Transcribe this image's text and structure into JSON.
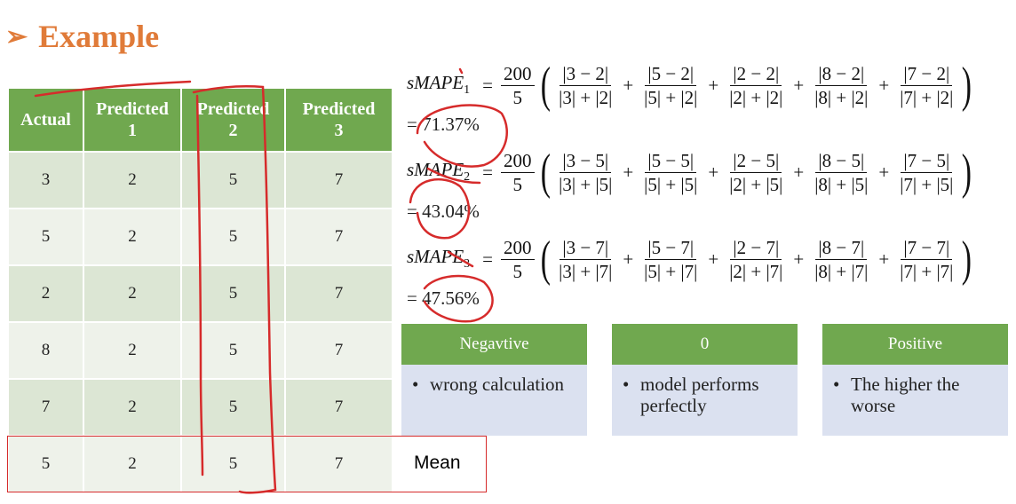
{
  "title": {
    "marker": "➢",
    "text": "Example"
  },
  "table": {
    "headers": [
      [
        "Actual"
      ],
      [
        "Predicted",
        "1"
      ],
      [
        "Predicted",
        "2"
      ],
      [
        "Predicted",
        "3"
      ]
    ],
    "rows": [
      [
        "3",
        "2",
        "5",
        "7"
      ],
      [
        "5",
        "2",
        "5",
        "7"
      ],
      [
        "2",
        "2",
        "5",
        "7"
      ],
      [
        "8",
        "2",
        "5",
        "7"
      ],
      [
        "7",
        "2",
        "5",
        "7"
      ],
      [
        "5",
        "2",
        "5",
        "7"
      ]
    ],
    "mean_label": "Mean"
  },
  "formulas": [
    {
      "lhs": "sMAPE",
      "sub": "1",
      "coef_num": "200",
      "coef_den": "5",
      "terms": [
        {
          "num": "|3 − 2|",
          "den": "|3| + |2|"
        },
        {
          "num": "|5 − 2|",
          "den": "|5| + |2|"
        },
        {
          "num": "|2 − 2|",
          "den": "|2| + |2|"
        },
        {
          "num": "|8 − 2|",
          "den": "|8| + |2|"
        },
        {
          "num": "|7 − 2|",
          "den": "|7| + |2|"
        }
      ],
      "result": "= 71.37%"
    },
    {
      "lhs": "sMAPE",
      "sub": "2",
      "coef_num": "200",
      "coef_den": "5",
      "terms": [
        {
          "num": "|3 − 5|",
          "den": "|3| + |5|"
        },
        {
          "num": "|5 − 5|",
          "den": "|5| + |5|"
        },
        {
          "num": "|2 − 5|",
          "den": "|2| + |5|"
        },
        {
          "num": "|8 − 5|",
          "den": "|8| + |5|"
        },
        {
          "num": "|7 − 5|",
          "den": "|7| + |5|"
        }
      ],
      "result": "= 43.04%"
    },
    {
      "lhs": "sMAPE",
      "sub": "3",
      "coef_num": "200",
      "coef_den": "5",
      "terms": [
        {
          "num": "|3 − 7|",
          "den": "|3| + |7|"
        },
        {
          "num": "|5 − 7|",
          "den": "|5| + |7|"
        },
        {
          "num": "|2 − 7|",
          "den": "|2| + |7|"
        },
        {
          "num": "|8 − 7|",
          "den": "|8| + |7|"
        },
        {
          "num": "|7 − 7|",
          "den": "|7| + |7|"
        }
      ],
      "result": "= 47.56%"
    }
  ],
  "cards": [
    {
      "head": "Negavtive",
      "bullet": "•",
      "body": "wrong calculation"
    },
    {
      "head": "0",
      "bullet": "•",
      "body": "model performs perfectly"
    },
    {
      "head": "Positive",
      "bullet": "•",
      "body": "The higher the worse"
    }
  ],
  "colors": {
    "title": "#e07b39",
    "header_green": "#70a84f",
    "row_dark": "#dce6d4",
    "row_light": "#eef2ea",
    "card_body": "#dbe1f0",
    "annotation_red": "#d62b2b"
  }
}
